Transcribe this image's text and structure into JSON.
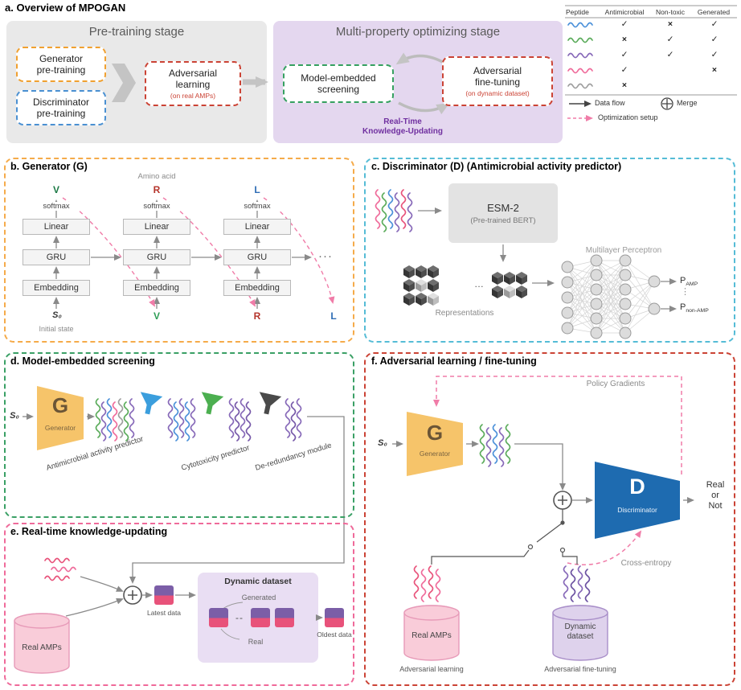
{
  "colors": {
    "peptide_blue": "#4a90d9",
    "peptide_green": "#5aab5a",
    "peptide_purple": "#8668b8",
    "peptide_pink": "#ef6a9a",
    "peptide_gray": "#9e9e9e",
    "generator_orange": "#f6c46a",
    "discriminator_blue": "#1e6bb0",
    "accent_purple": "#7030a0",
    "optimization_pink": "#f07ca8",
    "pretrain_stage_bg": "#e9e9e9",
    "optimizing_stage_bg": "#e4d7ef"
  },
  "a": {
    "title": "a. Overview of MPOGAN",
    "pretrain_title": "Pre-training stage",
    "gen_box": "Generator\npre-training",
    "disc_box": "Discriminator\npre-training",
    "adv_box": "Adversarial\nlearning",
    "adv_note": "(on real AMPs)",
    "opt_title": "Multi-property optimizing stage",
    "screen_box": "Model-embedded\nscreening",
    "ft_box": "Adversarial\nfine-tuning",
    "ft_note": "(on dynamic dataset)",
    "rtku": "Real-Time\nKnowledge-Updating",
    "table": {
      "headers": [
        "Peptide",
        "Antimicrobial",
        "Non-toxic",
        "Generated"
      ],
      "rows": [
        {
          "peptide": "blue",
          "antimicrobial": "✓",
          "non_toxic": "×",
          "generated": "✓"
        },
        {
          "peptide": "green",
          "antimicrobial": "×",
          "non_toxic": "✓",
          "generated": "✓"
        },
        {
          "peptide": "purple",
          "antimicrobial": "✓",
          "non_toxic": "✓",
          "generated": "✓"
        },
        {
          "peptide": "pink",
          "antimicrobial": "✓",
          "non_toxic": "",
          "generated": "×"
        },
        {
          "peptide": "gray",
          "antimicrobial": "×",
          "non_toxic": "",
          "generated": ""
        }
      ]
    },
    "legend": {
      "data_flow": "Data flow",
      "merge": "Merge",
      "optimization": "Optimization setup"
    }
  },
  "b": {
    "title": "b. Generator (G)",
    "amino_acid": "Amino acid",
    "softmax": "softmax",
    "linear": "Linear",
    "gru": "GRU",
    "embedding": "Embedding",
    "out1": "V",
    "out2": "R",
    "out3": "L",
    "in1": "S₀",
    "in2": "V",
    "in3": "R",
    "in4": "L",
    "initial_state": "Initial state",
    "dots": "···"
  },
  "c": {
    "title": "c. Discriminator (D) (Antimicrobial activity predictor)",
    "esm": "ESM-2",
    "esm_note": "(Pre-trained BERT)",
    "representations": "Representations",
    "dots": "…",
    "vdots": "⋮",
    "mlp": "Multilayer Perceptron",
    "p": "P",
    "p_amp_sub": "AMP",
    "p_nonamp_sub": "non-AMP"
  },
  "d": {
    "title": "d. Model-embedded screening",
    "s0": "S₀",
    "g": "G",
    "generator": "Generator",
    "filter1": "Antimicrobial activity predictor",
    "filter2": "Cytotoxicity predictor",
    "filter3": "De-redundancy module"
  },
  "e": {
    "title": "e. Real-time knowledge-updating",
    "real_amps": "Real AMPs",
    "latest": "Latest data",
    "oldest": "Oldest data",
    "dataset_title": "Dynamic dataset",
    "generated": "Generated",
    "real": "Real",
    "dots": "--"
  },
  "f": {
    "title": "f. Adversarial learning / fine-tuning",
    "policy": "Policy Gradients",
    "cross": "Cross-entropy",
    "s0": "S₀",
    "g": "G",
    "generator": "Generator",
    "d": "D",
    "discriminator": "Discriminator",
    "real_or_not": "Real\nor\nNot",
    "real_amps": "Real AMPs",
    "dynamic": "Dynamic\ndataset",
    "adv_learning": "Adversarial learning",
    "adv_finetuning": "Adversarial fine-tuning"
  }
}
